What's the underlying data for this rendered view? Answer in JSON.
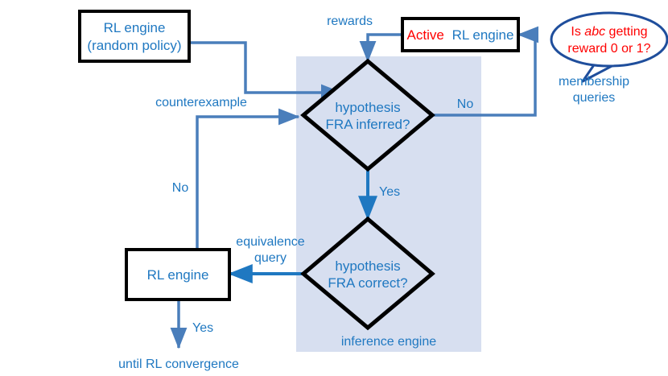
{
  "diagram": {
    "title": "RL with automata inference flowchart",
    "colors": {
      "text_blue": "#1f78c1",
      "text_red": "#ff0000",
      "arrow_blue": "#4a7ebb",
      "arrow_blue_dark": "#1f78c1",
      "node_border": "#000000",
      "bubble_border": "#1f4e9c",
      "region_fill": "#d7dff0",
      "background": "#ffffff"
    },
    "region": {
      "label": "inference engine"
    },
    "nodes": {
      "rl_engine_random": {
        "line1": "RL engine",
        "line2": "(random policy)"
      },
      "active_rl_engine": {
        "word_active": "Active",
        "word_rest": "RL engine"
      },
      "hypothesis_inferred": {
        "line1": "hypothesis",
        "line2": "FRA inferred?"
      },
      "hypothesis_correct": {
        "line1": "hypothesis",
        "line2": "FRA correct?"
      },
      "rl_engine": {
        "label": "RL engine"
      },
      "terminal": {
        "label": "until RL convergence"
      }
    },
    "bubble": {
      "line1_pre": "Is ",
      "line1_italic": "abc",
      "line1_post": " getting",
      "line2": "reward 0 or 1?"
    },
    "edge_labels": {
      "rewards": "rewards",
      "counterexample": "counterexample",
      "no_right": "No",
      "no_left": "No",
      "yes_middle": "Yes",
      "yes_bottom": "Yes",
      "equivalence_line1": "equivalence",
      "equivalence_line2": "query",
      "membership_line1": "membership",
      "membership_line2": "queries"
    }
  }
}
